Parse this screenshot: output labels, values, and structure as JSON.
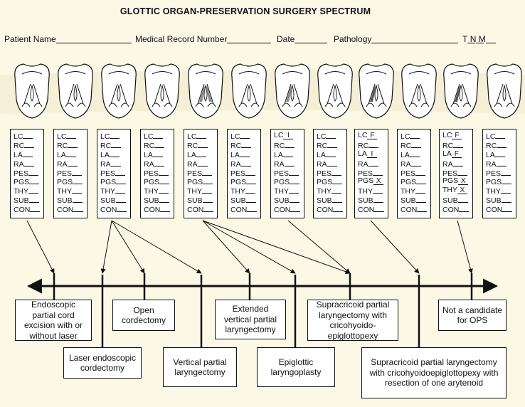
{
  "title": "GLOTTIC ORGAN-PRESERVATION SURGERY SPECTRUM",
  "form": {
    "patient_name": "Patient Name",
    "medical_record_number": "Medical Record Number",
    "date": "Date",
    "pathology": "Pathology",
    "t": "T",
    "n": "N",
    "m": "M"
  },
  "card_labels": [
    "LC",
    "RC",
    "LA",
    "RA",
    "PES",
    "PGS",
    "THY",
    "SUB",
    "CON"
  ],
  "cards": [
    {
      "marks": {}
    },
    {
      "marks": {}
    },
    {
      "marks": {}
    },
    {
      "marks": {}
    },
    {
      "marks": {}
    },
    {
      "marks": {}
    },
    {
      "marks": {
        "LC": "I"
      }
    },
    {
      "marks": {}
    },
    {
      "marks": {
        "LC": "F",
        "LA": "I",
        "PGS": "X"
      }
    },
    {
      "marks": {}
    },
    {
      "marks": {
        "LC": "F",
        "LA": "F",
        "PGS": "X",
        "THY": "X"
      }
    },
    {
      "marks": {}
    }
  ],
  "procedures": {
    "endoscopic_partial": "Endoscopic partial cord excision with or without laser",
    "laser_endoscopic": "Laser endoscopic cordectomy",
    "open_cordectomy": "Open cordectomy",
    "vertical_partial": "Vertical partial laryngectomy",
    "extended_vertical": "Extended vertical partial laryngectomy",
    "epiglottic": "Epiglottic laryngoplasty",
    "scpl_chep": "Supracricoid partial laryngectomy with cricohyoido-epiglottopexy",
    "scpl_chep_arytenoid": "Supracricoid partial laryngectomy with cricohyoidoepiglottopexy with resection of one arytenoid",
    "not_candidate": "Not a candidate for OPS"
  }
}
